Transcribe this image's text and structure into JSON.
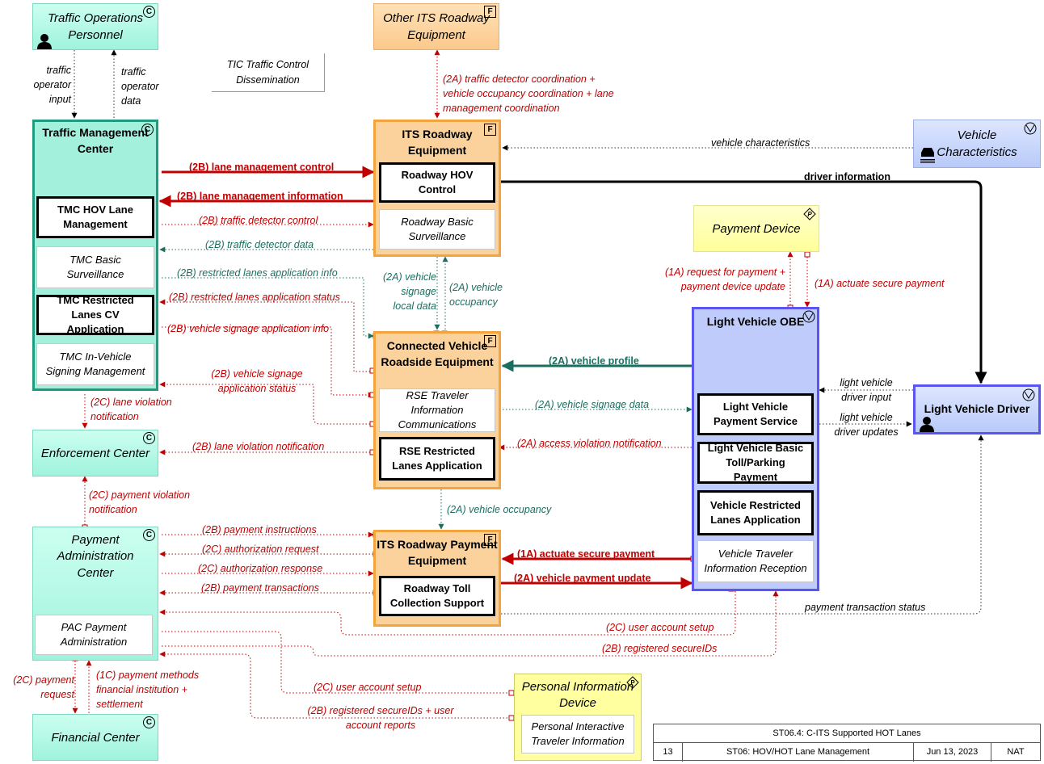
{
  "entities": {
    "traffic_ops": {
      "name": "Traffic Operations Personnel",
      "badge": "C"
    },
    "other_its": {
      "name": "Other ITS Roadway Equipment",
      "badge": "F"
    },
    "vehicle_char": {
      "name": "Vehicle Characteristics",
      "badge": "V"
    },
    "payment_device": {
      "name": "Payment Device",
      "badge": "P"
    },
    "enforcement": {
      "name": "Enforcement Center",
      "badge": "C"
    },
    "financial": {
      "name": "Financial Center",
      "badge": "C"
    },
    "lv_driver": {
      "name": "Light Vehicle Driver",
      "badge": "V"
    }
  },
  "systems": {
    "tmc": {
      "title": "Traffic Management Center",
      "badge": "C",
      "objects": [
        "TMC HOV Lane Management",
        "TMC Basic Surveillance",
        "TMC Restricted Lanes CV Application",
        "TMC In-Vehicle Signing Management"
      ]
    },
    "its_roadway": {
      "title": "ITS Roadway Equipment",
      "badge": "F",
      "objects": [
        "Roadway HOV Control",
        "Roadway Basic Surveillance"
      ]
    },
    "crse": {
      "title": "Connected Vehicle Roadside Equipment",
      "badge": "F",
      "objects": [
        "RSE Traveler Information Communications",
        "RSE Restricted Lanes Application"
      ]
    },
    "its_payment": {
      "title": "ITS Roadway Payment Equipment",
      "badge": "F",
      "objects": [
        "Roadway Toll Collection Support"
      ]
    },
    "lv_obe": {
      "title": "Light Vehicle OBE",
      "badge": "V",
      "objects": [
        "Light Vehicle Payment Service",
        "Light Vehicle Basic Toll/Parking Payment",
        "Vehicle Restricted Lanes Application",
        "Vehicle Traveler Information Reception"
      ]
    },
    "pac": {
      "title": "Payment Administration Center",
      "badge": "C",
      "objects": [
        "PAC Payment Administration"
      ]
    },
    "pid": {
      "title": "Personal Information Device",
      "badge": "P",
      "objects": [
        "Personal Interactive Traveler Information"
      ]
    }
  },
  "note": "TIC Traffic Control Dissemination",
  "flows": {
    "op_input": "traffic operator input",
    "op_data": "traffic operator data",
    "f_2a_other": "(2A) traffic detector coordination + vehicle occupancy coordination + lane management coordination",
    "veh_char": "vehicle characteristics",
    "driver_info": "driver information",
    "lm_control": "(2B) lane management control",
    "lm_info": "(2B) lane management information",
    "td_control": "(2B) traffic detector control",
    "td_data": "(2B) traffic detector data",
    "rl_app_info": "(2B) restricted lanes application info",
    "rl_app_status": "(2B) restricted lanes application status",
    "vs_app_info": "(2B) vehicle signage application info",
    "vs_app_status": "(2B) vehicle signage application status",
    "vs_local": "(2A) vehicle signage local data",
    "veh_occ_up": "(2A) vehicle occupancy",
    "req_payment": "(1A) request for payment + payment device update",
    "actuate_pd": "(1A) actuate secure payment",
    "veh_profile": "(2A) vehicle profile",
    "lv_input": "light vehicle driver input",
    "lv_updates": "light vehicle driver updates",
    "vs_data": "(2A) vehicle signage data",
    "access_viol": "(2A) access violation notification",
    "lane_viol_2c": "(2C) lane violation notification",
    "lane_viol_2b": "(2B) lane violation notification",
    "pay_viol": "(2C) payment violation notification",
    "veh_occ_down": "(2A) vehicle occupancy",
    "pay_instr": "(2B) payment instructions",
    "auth_req": "(2C) authorization request",
    "auth_resp": "(2C) authorization response",
    "pay_trans": "(2B) payment transactions",
    "actuate_sp": "(1A) actuate secure payment",
    "veh_pay_upd": "(2A) vehicle payment update",
    "pay_trans_status": "payment transaction status",
    "user_acct_2c": "(2C) user account setup",
    "reg_ids": "(2B) registered secureIDs",
    "pay_req": "(2C) payment request",
    "pay_methods": "(1C) payment methods financial institution + settlement",
    "user_acct_pid": "(2C) user account setup",
    "reg_ids_reports": "(2B) registered secureIDs + user account reports"
  },
  "title_block": {
    "title": "ST06.4: C-ITS Supported HOT Lanes",
    "number": "13",
    "subtitle": "ST06: HOV/HOT Lane Management",
    "date": "Jun 13, 2023",
    "scope": "NAT"
  },
  "colors": {
    "flow_red": "#c00000",
    "flow_green": "#1b6e5f",
    "system_teal": "#1f9c7f",
    "system_orange": "#f3a43d",
    "system_blue": "#5a55f0"
  }
}
